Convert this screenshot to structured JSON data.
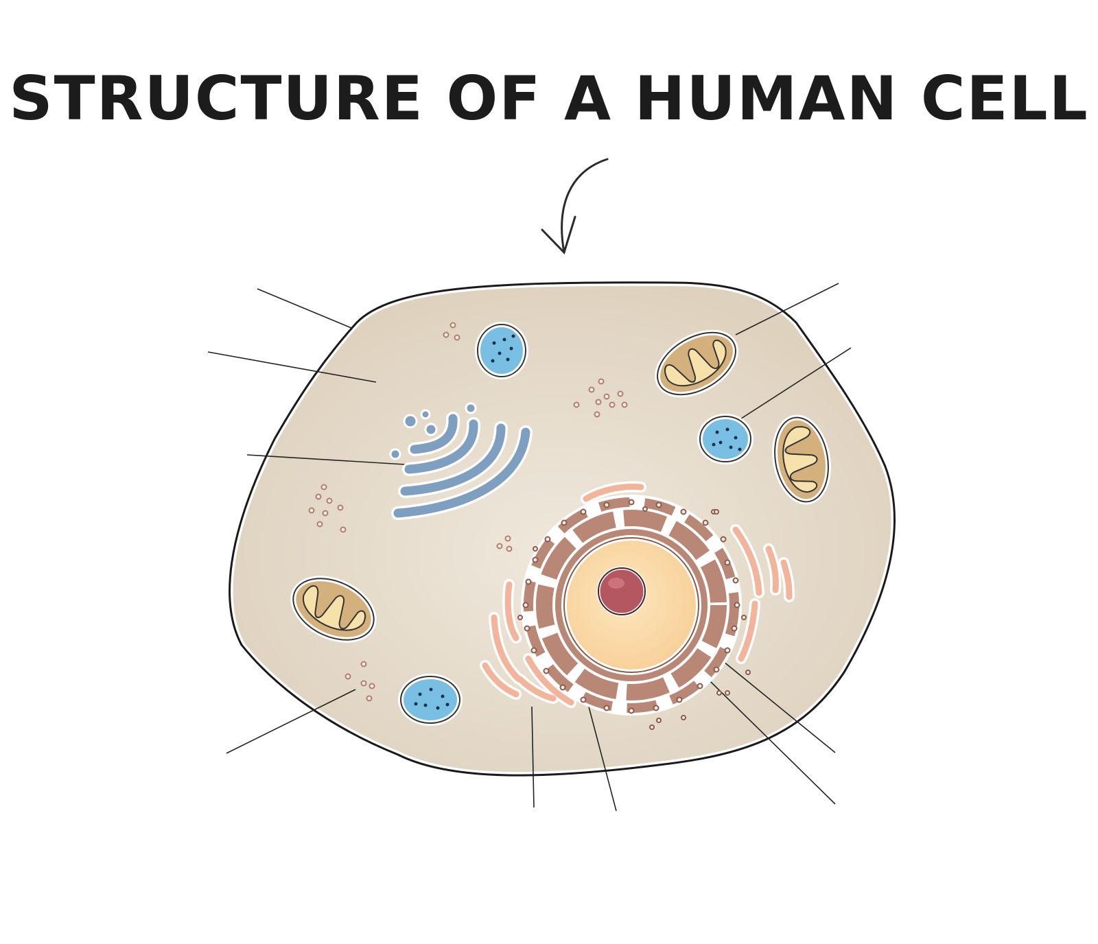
{
  "title": "STRUCTURE OF A HUMAN CELL",
  "colors": {
    "membrane": "#1a1a1a",
    "cytoplasm": "#e9e1d6",
    "cytoplasm_edge": "#d8ccb8",
    "nucleus_fill": "#fbdfb2",
    "nucleolus": "#b55760",
    "rough_er": "#b98776",
    "smooth_er": "#f2b49a",
    "golgi": "#7f9fc0",
    "vesicle": "#79bfe3",
    "mitochondria_outer": "#d4b07c",
    "mitochondria_inner": "#f5e1a9",
    "ribosome": "#c49a88"
  },
  "icons": [
    "cell-membrane",
    "cytoplasm",
    "golgi-apparatus",
    "mitochondrion",
    "vesicle",
    "nucleus",
    "nucleolus",
    "rough-endoplasmic-reticulum",
    "smooth-endoplasmic-reticulum",
    "ribosome",
    "curved-arrow"
  ]
}
